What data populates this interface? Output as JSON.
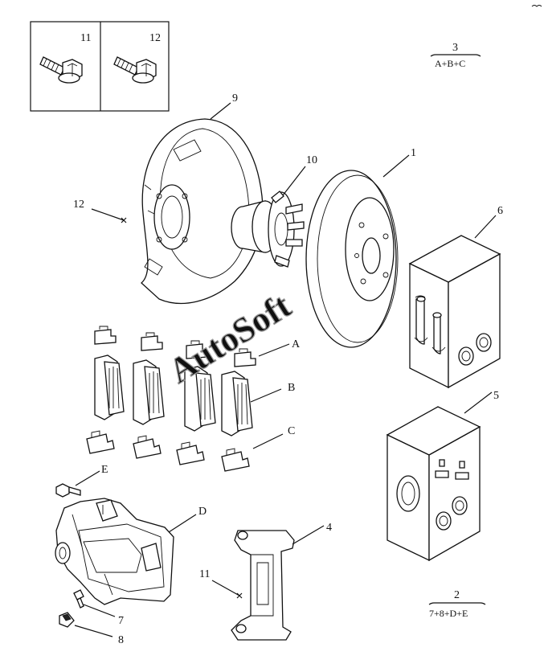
{
  "fastener_box": {
    "left_label": "11",
    "right_label": "12",
    "left_icon": "hex-flange-bolt-icon",
    "right_icon": "hex-flange-bolt-icon"
  },
  "callouts": {
    "disc": "1",
    "kit_2": "2",
    "kit_3": "3",
    "carrier": "4",
    "kit_5": "5",
    "kit_6": "6",
    "bleed_screw": "7",
    "dust_cap": "8",
    "backing_plate": "9",
    "hub": "10",
    "carrier_bolt": "11",
    "plate_bolt": "12",
    "pad_clips": "A",
    "pads": "B",
    "abutment_clips": "C",
    "caliper_housing": "D",
    "guide_bolt": "E"
  },
  "formulas": {
    "kit_3_contents": "A+B+C",
    "kit_2_contents": "7+8+D+E"
  },
  "watermark": "AutoSoft"
}
